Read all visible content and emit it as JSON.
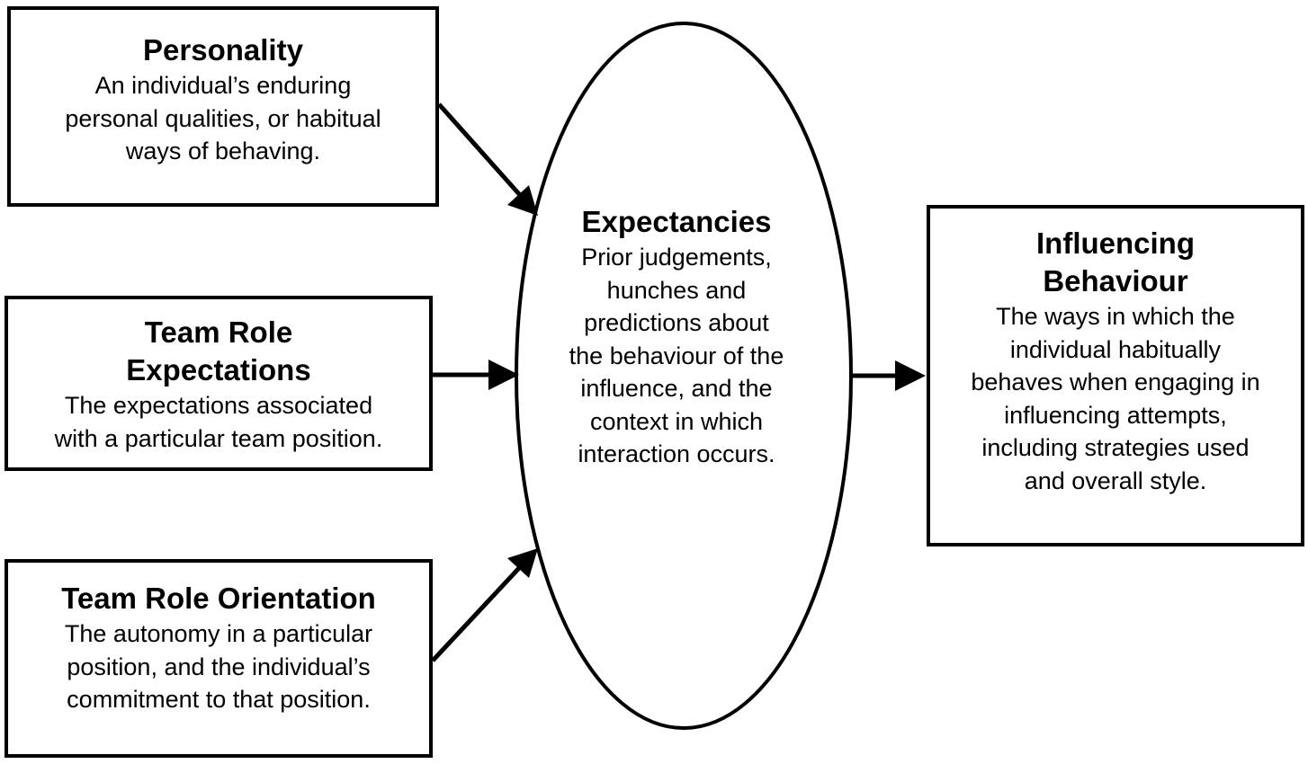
{
  "nodes": {
    "personality": {
      "title": "Personality",
      "lines": [
        "An individual’s enduring",
        "personal qualities, or habitual",
        "ways of behaving."
      ]
    },
    "team_role_expectations": {
      "title_lines": [
        "Team Role",
        "Expectations"
      ],
      "lines": [
        "The expectations associated",
        "with a particular team position."
      ]
    },
    "team_role_orientation": {
      "title": "Team Role Orientation",
      "lines": [
        "The autonomy in a particular",
        "position, and the individual’s",
        "commitment to that position."
      ]
    },
    "expectancies": {
      "title": "Expectancies",
      "lines": [
        "Prior judgements,",
        "hunches and",
        "predictions about",
        "the behaviour of the",
        "influence, and the",
        "context in which",
        "interaction occurs."
      ]
    },
    "influencing_behaviour": {
      "title_lines": [
        "Influencing",
        "Behaviour"
      ],
      "lines": [
        "The ways in which the",
        "individual habitually",
        "behaves when engaging in",
        "influencing attempts,",
        "including strategies used",
        "and overall style."
      ]
    }
  },
  "edges": [
    {
      "from": "personality",
      "to": "expectancies"
    },
    {
      "from": "team_role_expectations",
      "to": "expectancies"
    },
    {
      "from": "team_role_orientation",
      "to": "expectancies"
    },
    {
      "from": "expectancies",
      "to": "influencing_behaviour"
    }
  ],
  "colors": {
    "stroke": "#000000",
    "fill": "#ffffff",
    "text": "#000000"
  }
}
